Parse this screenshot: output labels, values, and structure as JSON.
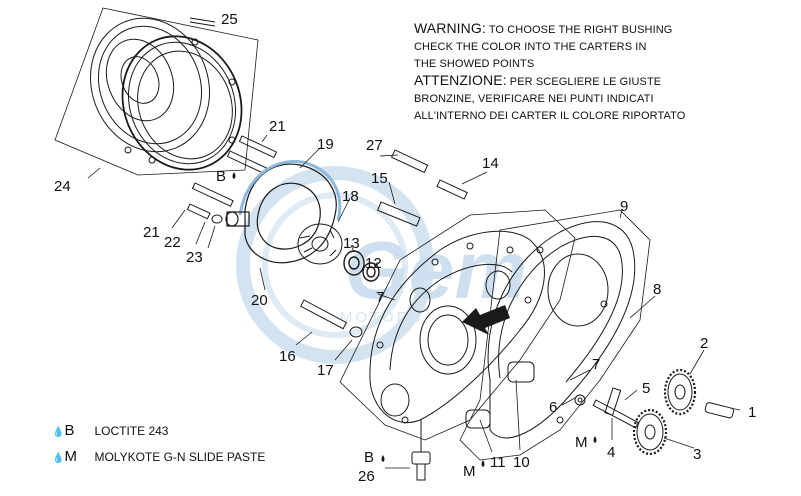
{
  "warning": {
    "line1_big": "WARNING:",
    "line1_rest": "TO CHOOSE THE RIGHT BUSHING",
    "line2": "CHECK THE COLOR INTO THE CARTERS IN",
    "line3": "THE SHOWED POINTS",
    "line4_big": "ATTENZIONE:",
    "line4_rest": "PER SCEGLIERE LE GIUSTE",
    "line5": "BRONZINE, VERIFICARE NEI PUNTI INDICATI",
    "line6": "ALL'INTERNO DEI CARTER IL COLORE RIPORTATO"
  },
  "legend": [
    {
      "key": "B",
      "text": "LOCTITE 243"
    },
    {
      "key": "M",
      "text": "MOLYKOTE G-N SLIDE PASTE"
    }
  ],
  "callouts": {
    "c1": "1",
    "c2": "2",
    "c3": "3",
    "c4": "4",
    "c5": "5",
    "c6": "6",
    "c7a": "7",
    "c7b": "7",
    "c8": "8",
    "c9": "9",
    "c10": "10",
    "c11": "11",
    "c12": "12",
    "c13": "13",
    "c14": "14",
    "c15": "15",
    "c16": "16",
    "c17": "17",
    "c18": "18",
    "c19": "19",
    "c20": "20",
    "c21a": "21",
    "c21b": "21",
    "c22": "22",
    "c23": "23",
    "c24": "24",
    "c25": "25",
    "c26": "26",
    "c27": "27"
  },
  "markers": {
    "b1": "B",
    "b2": "B",
    "m1": "M",
    "m2": "M"
  },
  "watermark": {
    "main": "Gem",
    "sub": "MOTORS"
  },
  "colors": {
    "line": "#1a1a1a",
    "watermark": "#c9ddee",
    "highlight": "#8fb8e0"
  }
}
